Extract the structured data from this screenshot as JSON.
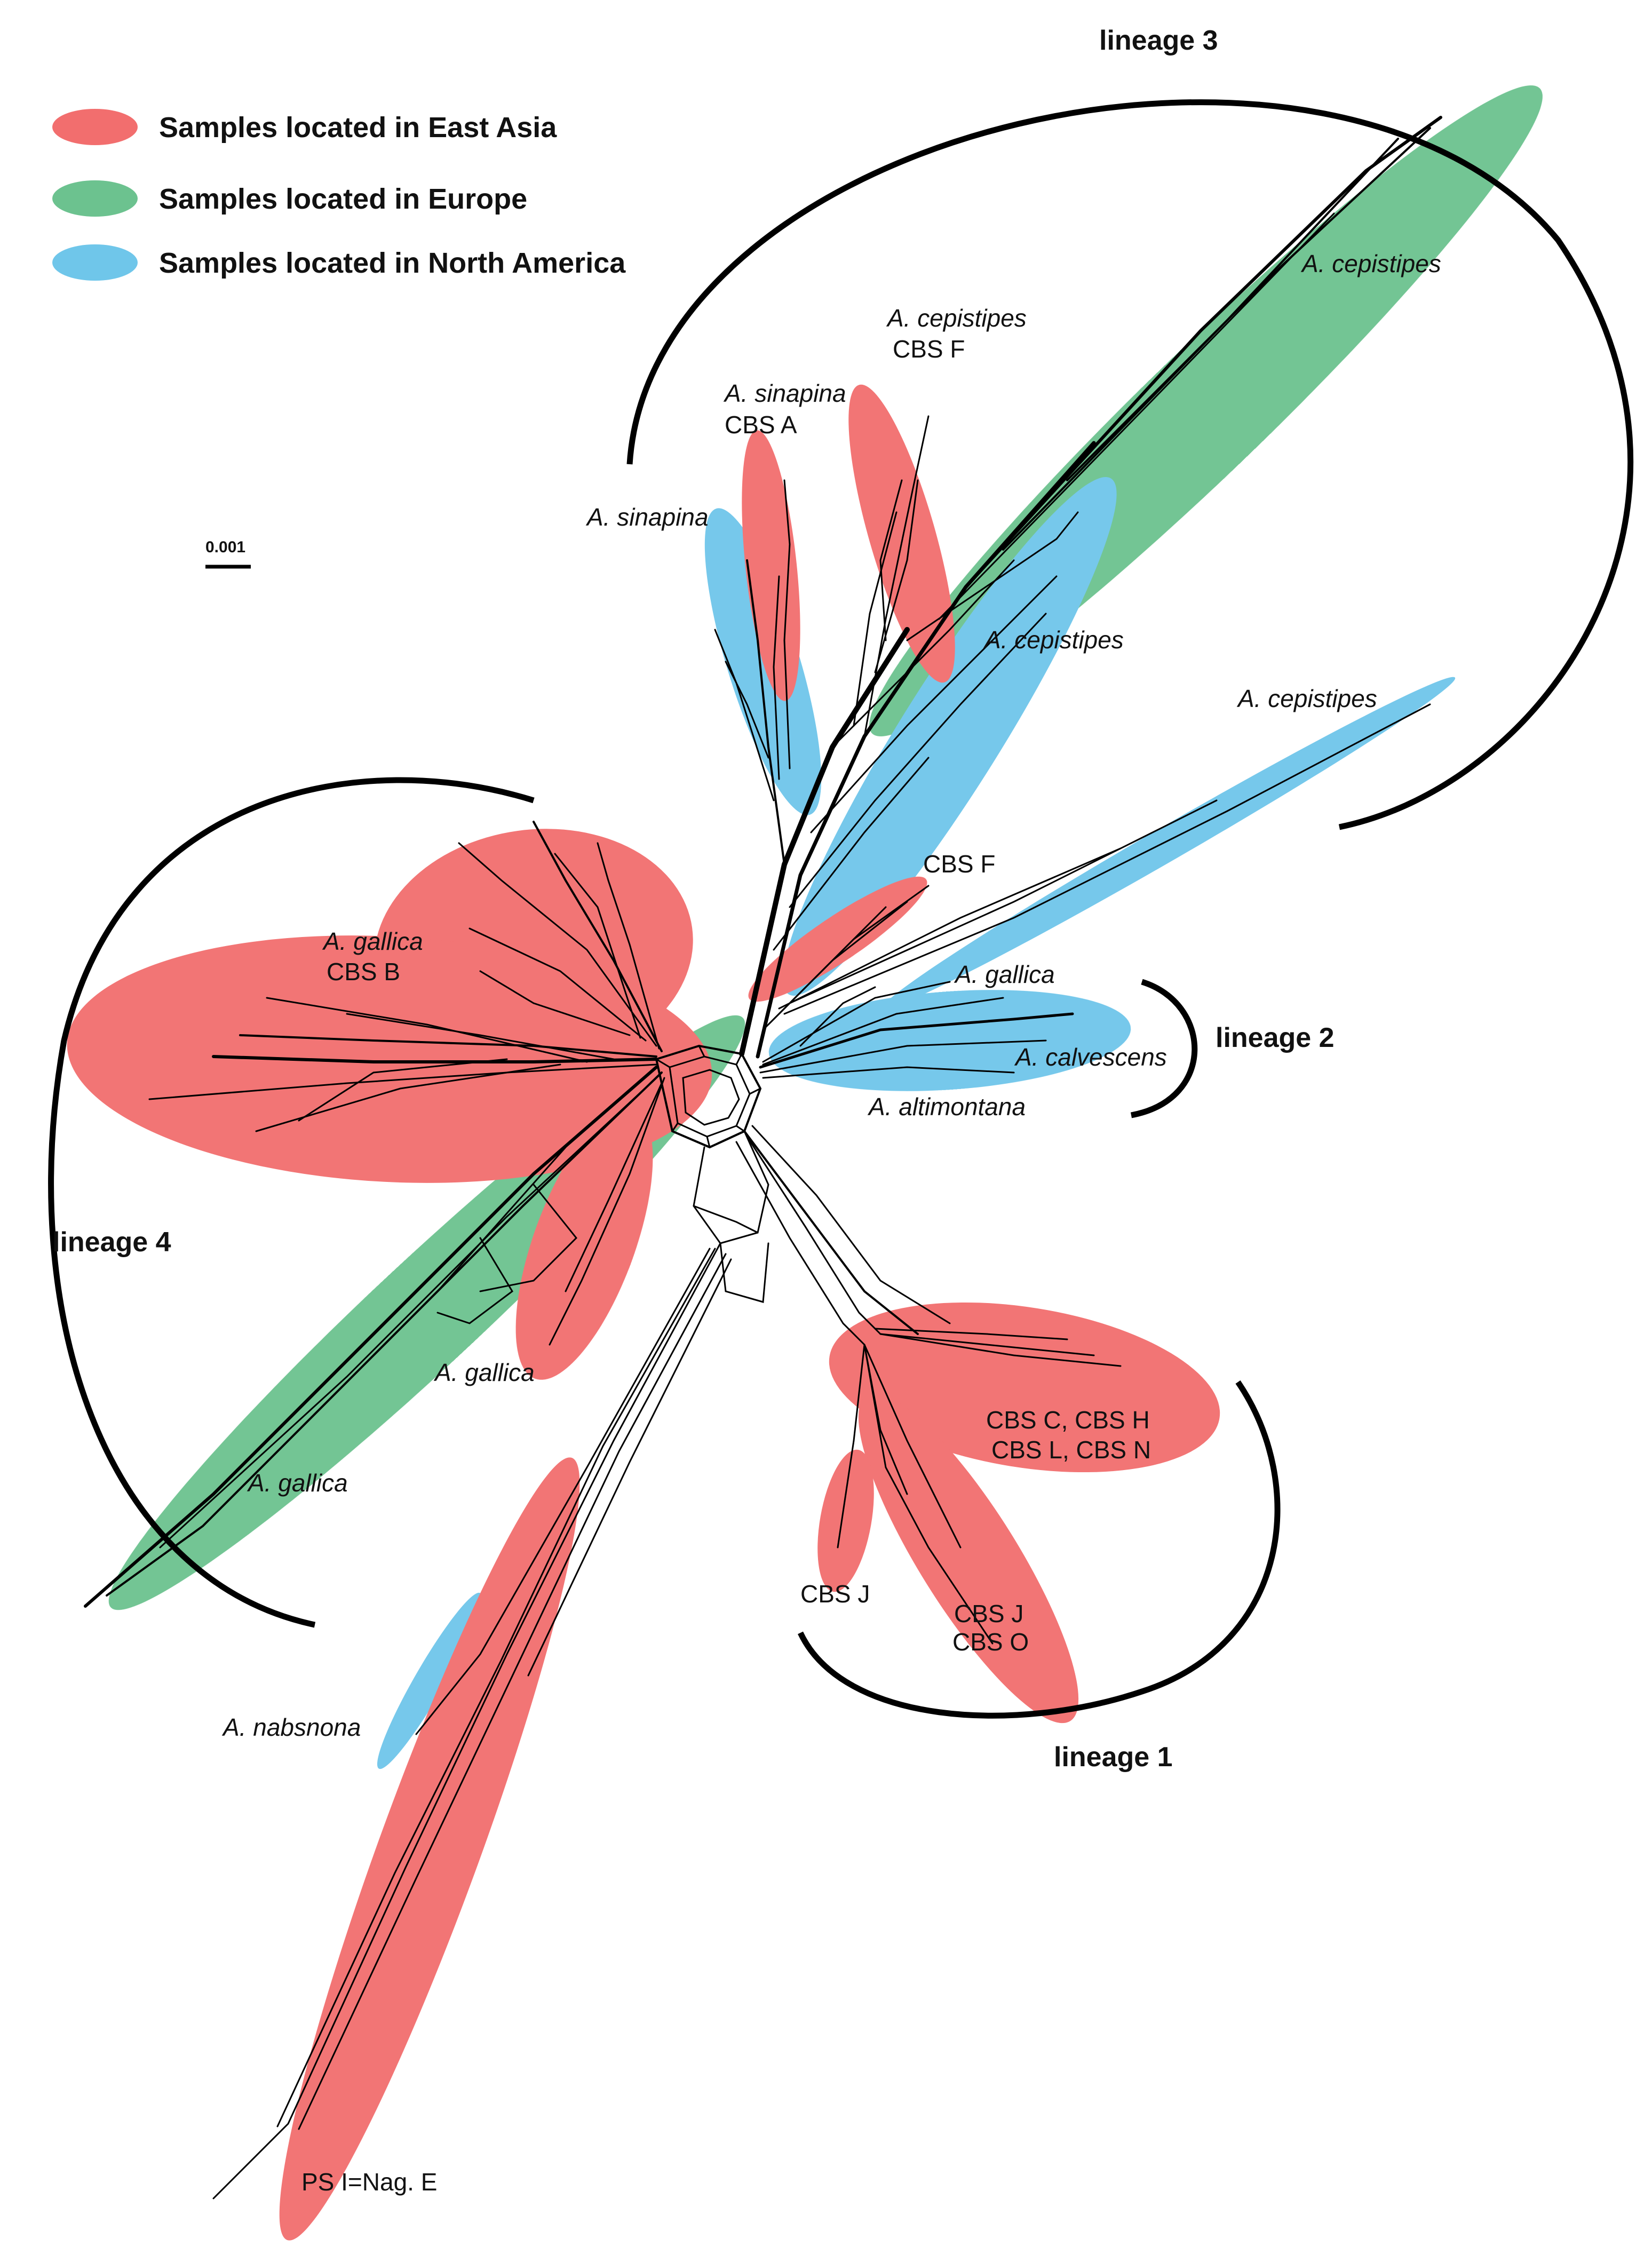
{
  "colors": {
    "east_asia": "#f26e6e",
    "europe": "#6cc28f",
    "north_america": "#6fc6ea",
    "line": "#000000"
  },
  "legend": [
    {
      "label": "Samples located in East Asia",
      "color_key": "east_asia"
    },
    {
      "label": "Samples located in Europe",
      "color_key": "europe"
    },
    {
      "label": "Samples located in North America",
      "color_key": "north_america"
    }
  ],
  "scale_bar": {
    "label": "0.001"
  },
  "lineages": {
    "l1": "lineage 1",
    "l2": "lineage 2",
    "l3": "lineage 3",
    "l4": "lineage 4"
  },
  "labels": {
    "cepistipes_top": "A. cepistipes",
    "cepistipes_cbsf_species": "A. cepistipes",
    "cepistipes_cbsf_code": "CBS F",
    "sinapina_cbsa_species": "A. sinapina",
    "sinapina_cbsa_code": "CBS A",
    "sinapina": "A. sinapina",
    "cepistipes_mid": "A. cepistipes",
    "cepistipes_right": "A. cepistipes",
    "cbs_f": "CBS F",
    "gallica_l2": "A. gallica",
    "calvescens": "A. calvescens",
    "altimontana": "A. altimontana",
    "gallica_cbsb_species": "A. gallica",
    "gallica_cbsb_code": "CBS B",
    "gallica_mid": "A. gallica",
    "gallica_low": "A. gallica",
    "cbs_chln_1": "CBS C, CBS H",
    "cbs_chln_2": "CBS L, CBS N",
    "cbs_j": "CBS J",
    "cbs_jo_1": "CBS J",
    "cbs_jo_2": "CBS O",
    "nabsnona": "A. nabsnona",
    "psi": "PS I=Nag. E"
  }
}
